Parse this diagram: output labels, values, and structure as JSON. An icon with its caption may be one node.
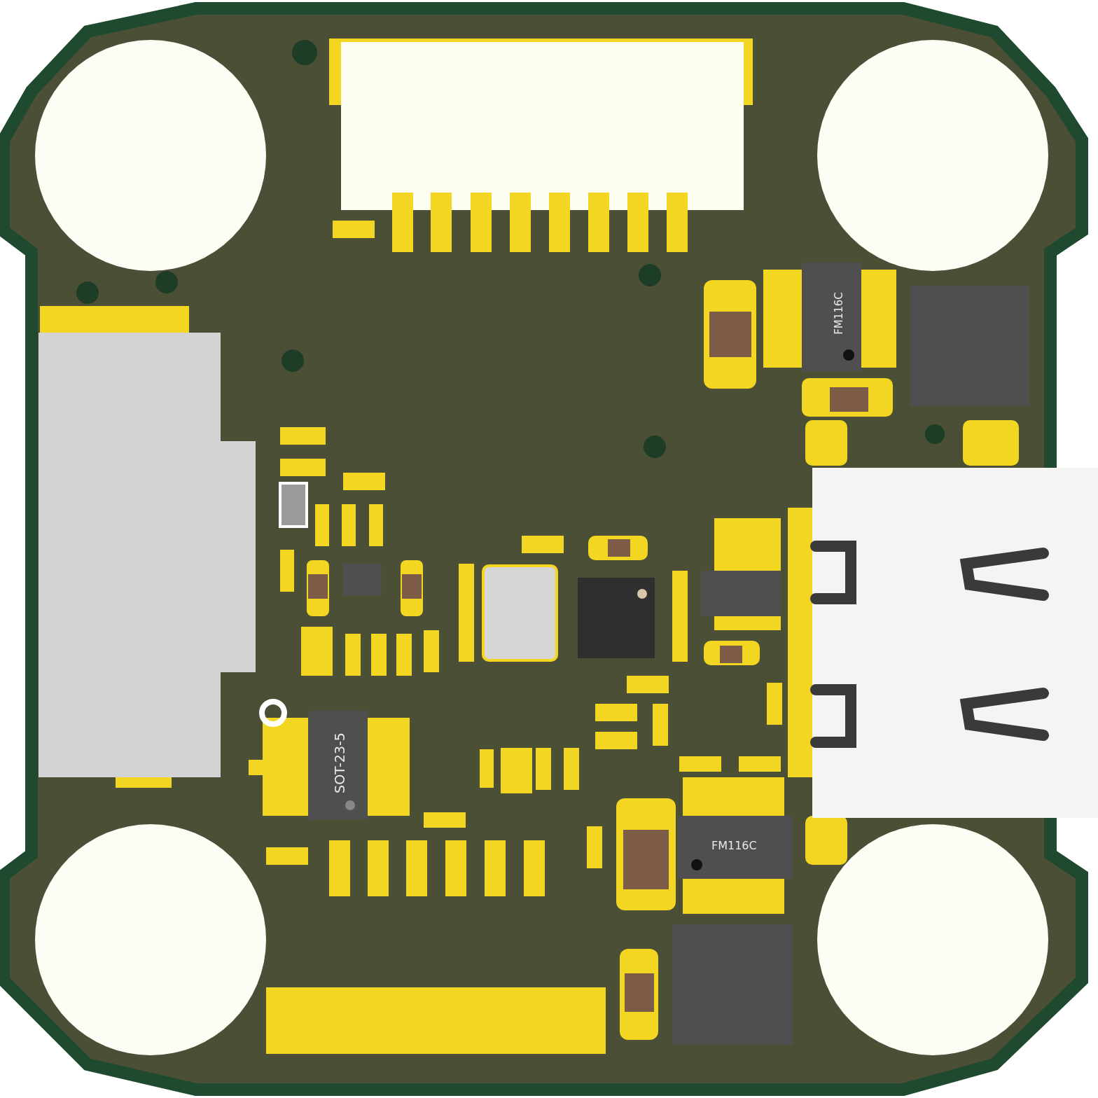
{
  "diagram": {
    "labels": [
      "FM116C",
      "SOT-23-5",
      "FM116C"
    ]
  }
}
